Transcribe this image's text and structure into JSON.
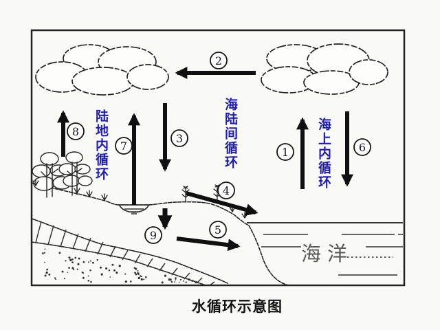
{
  "title": "水循环示意图",
  "colors": {
    "label_blue": "#1e1ab8",
    "ink": "#1b1b1b",
    "ocean_text_gray": "#474747",
    "background": "#f9f9f6"
  },
  "diagram": {
    "cycle_labels": {
      "land_internal": "陆地内循环",
      "sea_land": "海陆间循环",
      "sea_internal": "海上内循环"
    },
    "ocean_label": "海洋",
    "flow_numbers": [
      "1",
      "2",
      "3",
      "4",
      "5",
      "6",
      "7",
      "8",
      "9"
    ]
  }
}
